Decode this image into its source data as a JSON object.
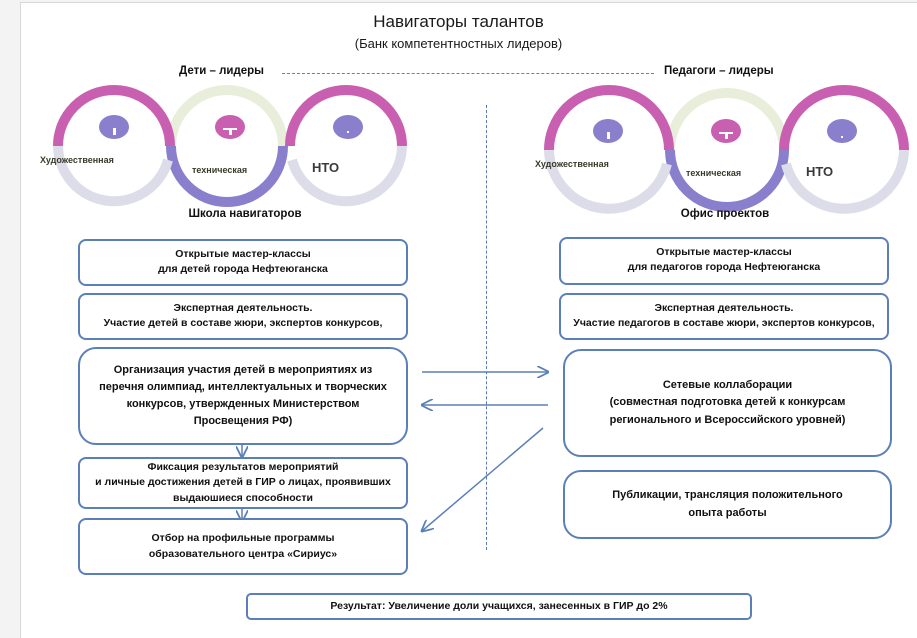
{
  "header": {
    "title": "Навигаторы талантов",
    "subtitle": "(Банк компетентностных лидеров)"
  },
  "columns": {
    "left_label": "Дети – лидеры",
    "right_label": "Педагоги – лидеры"
  },
  "left": {
    "circles": [
      {
        "label": "Художественная",
        "icon": "bookmark-icon"
      },
      {
        "label": "техническая",
        "icon": "minus-icon"
      },
      {
        "label": "НТО",
        "icon": "dot-icon"
      }
    ],
    "section_title": "Школа навигаторов",
    "boxes": [
      {
        "text": "Открытые мастер-классы\nдля детей города Нефтеюганска"
      },
      {
        "text": "Экспертная деятельность.\nУчастие  детей в составе жюри, экспертов конкурсов,"
      },
      {
        "text": "Организация  участия детей в мероприятиях из перечня олимпиад, интеллектуальных и творческих конкурсов,  утвержденных Министерством Просвещения РФ)"
      },
      {
        "text": "Фиксация результатов мероприятий\nи личные достижения  детей  в ГИР о лицах, проявивших выдаюшиеся способности"
      },
      {
        "text": "Отбор на профильные программы образовательного центра «Сириус»"
      }
    ]
  },
  "right": {
    "circles": [
      {
        "label": "Художественная",
        "icon": "bookmark-icon"
      },
      {
        "label": "техническая",
        "icon": "minus-icon"
      },
      {
        "label": "НТО",
        "icon": "dot-icon"
      }
    ],
    "section_title": "Офис проектов",
    "boxes": [
      {
        "text": "Открытые мастер-классы\nдля педагогов города Нефтеюганска"
      },
      {
        "text": "Экспертная деятельность.\nУчастие  педагогов в составе жюри, экспертов конкурсов,"
      },
      {
        "text": "Сетевые коллаборации\n(совместная подготовка детей к  конкурсам регионального и Всероссийского уровней)"
      },
      {
        "text": "Публикации, трансляция положительного опыта работы"
      }
    ]
  },
  "result": {
    "text": "Результат:  Увеличение доли учащихся, занесенных в ГИР до 2%"
  },
  "colors": {
    "pink": "#c95fb0",
    "purple": "#8a7fcc",
    "light_gray": "#dcdde8",
    "light_green": "#e9eedb",
    "box_border": "#5b80b8",
    "arrow": "#5b80b8"
  }
}
